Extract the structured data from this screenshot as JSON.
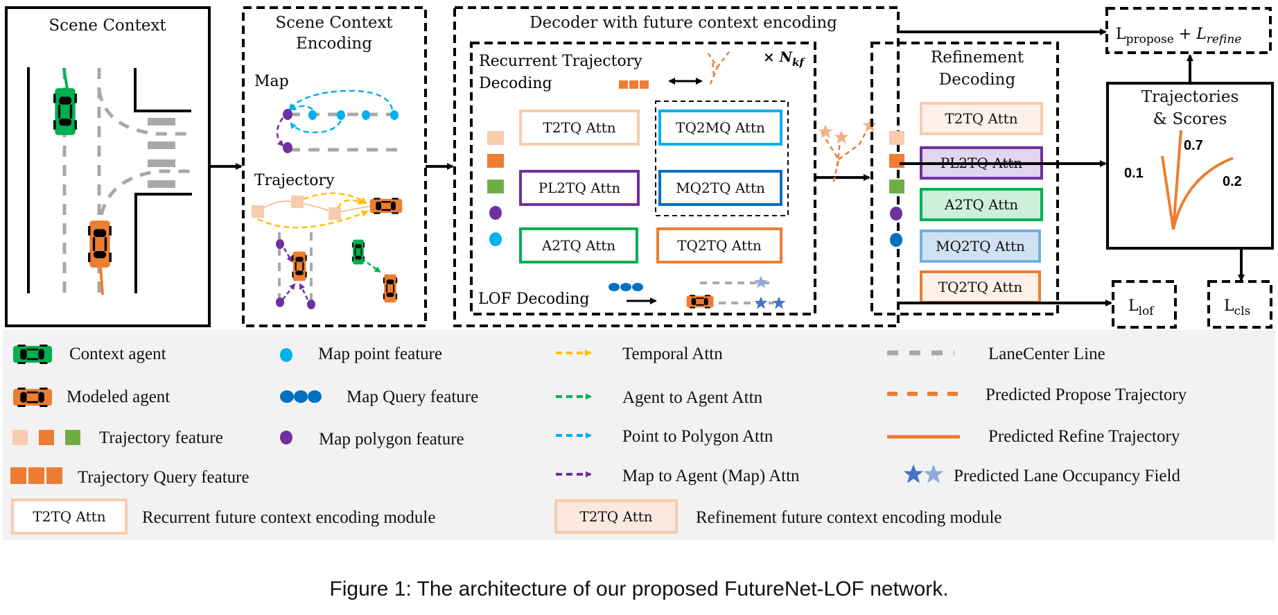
{
  "colors": {
    "context_agent": "#00b050",
    "modeled_agent": "#ed7d31",
    "traj_light": "#f8cbad",
    "traj_orange": "#ed7d31",
    "traj_green": "#70ad47",
    "map_point": "#00b0f0",
    "map_query": "#0070c0",
    "map_polygon": "#7030a0",
    "temporal": "#ffc000",
    "lane": "#aaa8a6",
    "lof_star_dark": "#4472c4",
    "lof_star_light": "#8faadc",
    "legend_bg": "#f2f2f2"
  },
  "scene_context": {
    "title": "Scene Context"
  },
  "encoding": {
    "title_line1": "Scene Context",
    "title_line2": "Encoding",
    "map_label": "Map",
    "trajectory_label": "Trajectory"
  },
  "decoder": {
    "title": "Decoder with future context encoding",
    "recurrent": {
      "title_line1": "Recurrent Trajectory",
      "title_line2": "Decoding",
      "repeat_label": "× N",
      "repeat_sub": "kf",
      "modules": [
        {
          "label": "T2TQ Attn",
          "color": "#f8cbad"
        },
        {
          "label": "TQ2MQ Attn",
          "color": "#00b0f0"
        },
        {
          "label": "PL2TQ Attn",
          "color": "#7030a0"
        },
        {
          "label": "MQ2TQ Attn",
          "color": "#0070c0"
        },
        {
          "label": "A2TQ Attn",
          "color": "#00b050"
        },
        {
          "label": "TQ2TQ Attn",
          "color": "#ed7d31"
        }
      ],
      "lof_label": "LOF Decoding"
    },
    "refinement": {
      "title_line1": "Refinement",
      "title_line2": "Decoding",
      "modules": [
        {
          "label": "T2TQ Attn",
          "color": "#f8cbad",
          "fill": "#fdf0e8"
        },
        {
          "label": "PL2TQ Attn",
          "color": "#7030a0",
          "fill": "#e2d6ee"
        },
        {
          "label": "A2TQ Attn",
          "color": "#00b050",
          "fill": "#ccf0da"
        },
        {
          "label": "MQ2TQ Attn",
          "color": "#74aedc",
          "fill": "#cfe2f3"
        },
        {
          "label": "TQ2TQ Attn",
          "color": "#ed7d31",
          "fill": "#fdf0e8"
        }
      ]
    }
  },
  "outputs": {
    "trajectories_title_line1": "Trajectories",
    "trajectories_title_line2": "& Scores",
    "scores": [
      "0.1",
      "0.7",
      "0.2"
    ],
    "loss_propose_main": "L",
    "loss_propose_sub": "propose",
    "loss_plus": " + ",
    "loss_refine_main": "L",
    "loss_refine_sub": "refine",
    "loss_lof_main": "L",
    "loss_lof_sub": "lof",
    "loss_cls_main": "L",
    "loss_cls_sub": "cls"
  },
  "legend": {
    "context_agent": "Context agent",
    "modeled_agent": "Modeled agent",
    "trajectory_feature": "Trajectory feature",
    "trajectory_query_feature": "Trajectory Query feature",
    "map_point_feature": "Map point feature",
    "map_query_feature": "Map Query feature",
    "map_polygon_feature": "Map polygon feature",
    "temporal_attn": "Temporal Attn",
    "agent_to_agent_attn": "Agent to Agent Attn",
    "point_to_polygon_attn": "Point to Polygon Attn",
    "map_to_agent_attn": "Map to Agent (Map) Attn",
    "lanecenter_line": "LaneCenter Line",
    "predicted_propose": "Predicted Propose Trajectory",
    "predicted_refine": "Predicted Refine Trajectory",
    "predicted_lof": "Predicted Lane Occupancy Field",
    "recurrent_sample_label": "T2TQ Attn",
    "recurrent_module": "Recurrent future context encoding module",
    "refinement_sample_label": "T2TQ Attn",
    "refinement_module": "Refinement future context encoding module"
  },
  "caption": "Figure 1: The architecture of our proposed FutureNet-LOF network."
}
